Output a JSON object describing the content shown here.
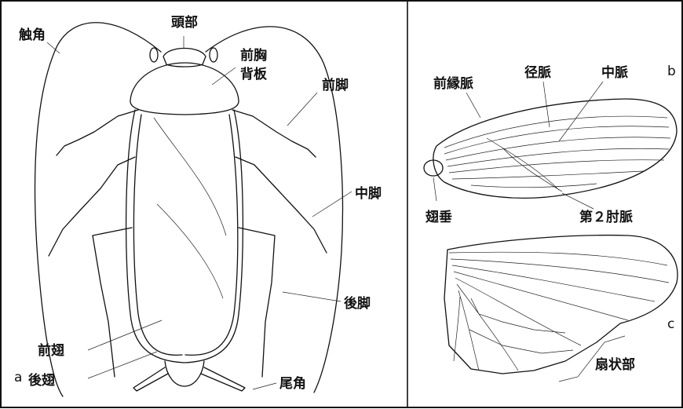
{
  "labels": {
    "antenna": "触角",
    "head": "頭部",
    "pronotum_line1": "前胸",
    "pronotum_line2": "背板",
    "foreleg": "前脚",
    "midleg": "中脚",
    "hindleg": "後脚",
    "forewing": "前翅",
    "hindwing": "後翅",
    "cercus": "尾角",
    "costa": "前縁脈",
    "radius": "径脈",
    "media": "中脈",
    "wing_lobe": "翅垂",
    "cubitus2": "第２肘脈",
    "fan_region": "扇状部"
  },
  "panels": {
    "a": "a",
    "b": "b",
    "c": "c"
  }
}
